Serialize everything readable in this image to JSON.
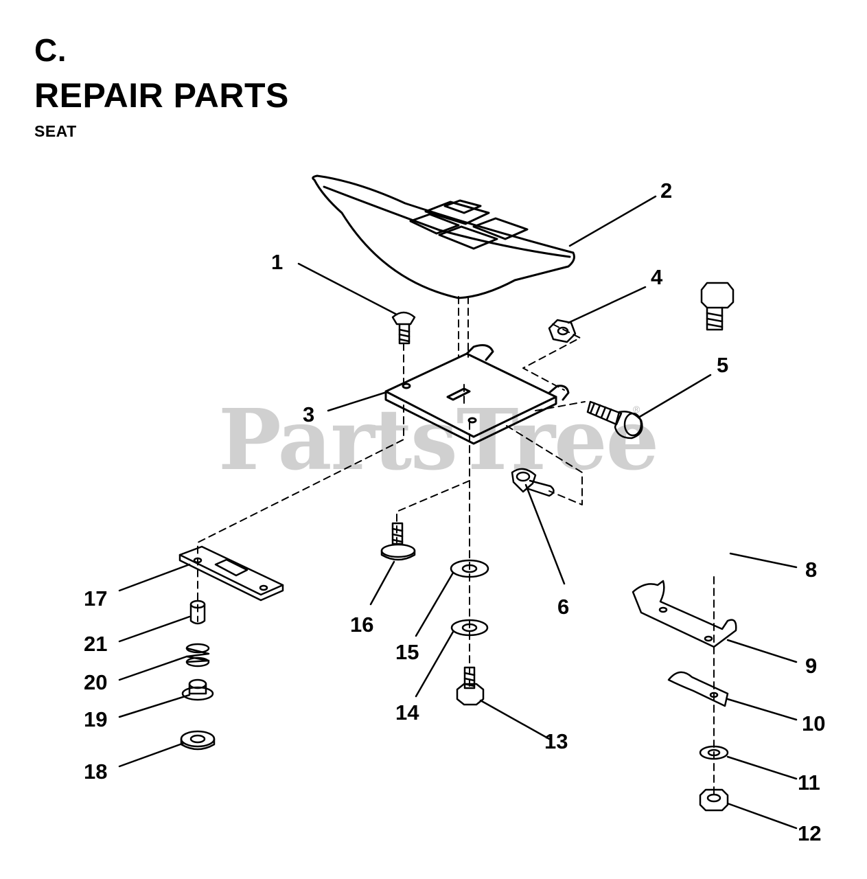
{
  "header": {
    "section": "C.",
    "title": "REPAIR PARTS",
    "subtitle": "SEAT"
  },
  "watermark": {
    "text": "PartsTree",
    "trademark": "®"
  },
  "callouts": [
    "1",
    "2",
    "3",
    "4",
    "5",
    "6",
    "8",
    "9",
    "10",
    "11",
    "12",
    "13",
    "14",
    "15",
    "16",
    "17",
    "18",
    "19",
    "20",
    "21"
  ]
}
